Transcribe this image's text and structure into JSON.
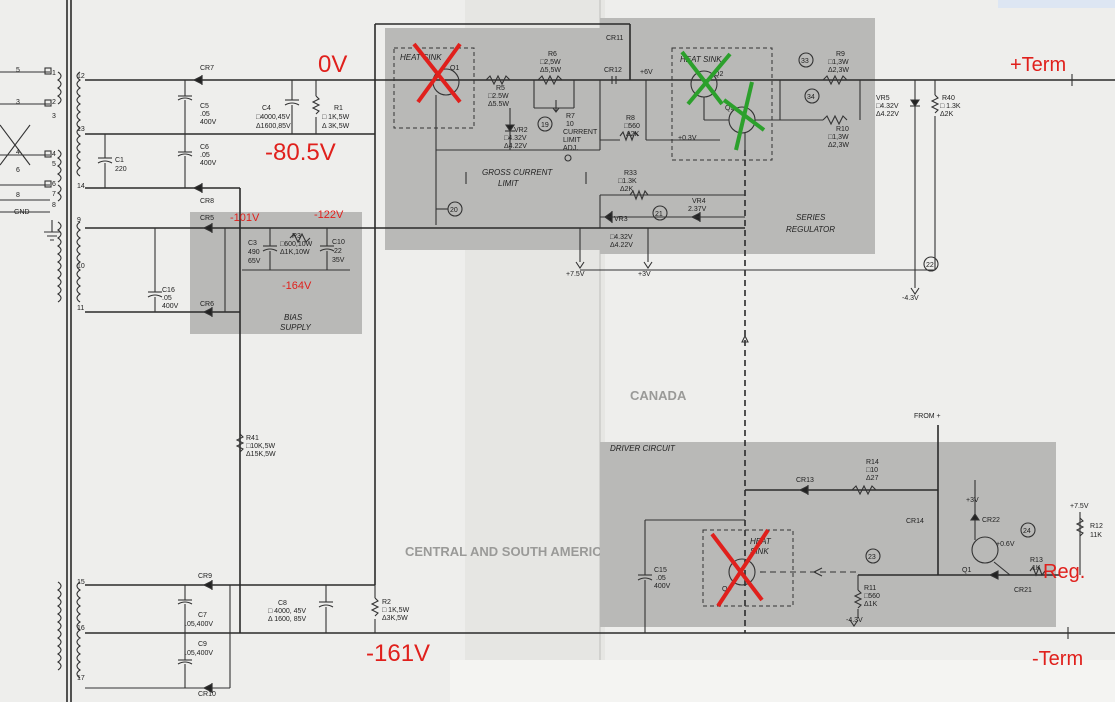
{
  "annotations": {
    "v_0": "0V",
    "v_neg80": "-80.5V",
    "v_neg101": "-101V",
    "v_neg122": "-122V",
    "v_neg164": "-164V",
    "v_neg161": "-161V",
    "term_pos": "+Term",
    "term_neg": "-Term",
    "reg": "Reg."
  },
  "blocks": {
    "gross_current_limit": "GROSS CURRENT LIMIT",
    "gross_line1": "GROSS CURRENT",
    "gross_line2": "LIMIT",
    "series_regulator_1": "SERIES",
    "series_regulator_2": "REGULATOR",
    "bias_supply_1": "BIAS",
    "bias_supply_2": "SUPPLY",
    "driver_circuit": "DRIVER CIRCUIT",
    "heat_sink": "HEAT SINK",
    "heat": "HEAT",
    "sink": "SINK",
    "from_plus": "FROM +"
  },
  "components": {
    "cr7": "CR7",
    "cr8": "CR8",
    "cr5": "CR5",
    "cr6": "CR6",
    "cr9": "CR9",
    "cr10": "CR10",
    "cr11": "CR11",
    "cr12": "CR12",
    "cr13": "CR13",
    "cr14": "CR14",
    "cr21": "CR21",
    "cr22": "CR22",
    "c5": [
      "C5",
      ".05",
      "400V"
    ],
    "c6": [
      "C6",
      ".05",
      "400V"
    ],
    "c1": [
      "C1",
      "220"
    ],
    "c4": [
      "C4",
      "□4000,45V",
      "Δ1600,85V"
    ],
    "r1": [
      "R1",
      "□ 1K,5W",
      "Δ 3K,5W"
    ],
    "c3": [
      "C3",
      "490",
      "65V"
    ],
    "r3": [
      "R3",
      "□600,10W",
      "Δ1K,10W"
    ],
    "c10": [
      "C10",
      "22",
      "35V"
    ],
    "c16": [
      "C16",
      ".05",
      "400V"
    ],
    "r41": [
      "R41",
      "□10K,5W",
      "Δ15K,5W"
    ],
    "c7": [
      "C7",
      ".05,400V"
    ],
    "c9": [
      "C9",
      ".05,400V"
    ],
    "c8": [
      "C8",
      "□ 4000, 45V",
      "Δ 1600, 85V"
    ],
    "r2": [
      "R2",
      "□ 1K,5W",
      "Δ3K,5W"
    ],
    "q1": "Q1",
    "r5": [
      "R5",
      "□2.5W",
      "Δ5.5W"
    ],
    "r6": [
      "R6",
      "□2,5W",
      "Δ5,5W"
    ],
    "r7": [
      "R7",
      "10",
      "CURRENT",
      "LIMIT",
      "ADJ."
    ],
    "vr2": [
      "VR2",
      "□4.32V",
      "Δ4.22V"
    ],
    "q2": "Q2",
    "q3": "Q3",
    "r8": [
      "R8",
      "□560",
      "Δ2K"
    ],
    "r9": [
      "R9",
      "□1,3W",
      "Δ2,3W"
    ],
    "r10": [
      "R10",
      "□1,3W",
      "Δ2,3W"
    ],
    "r33": [
      "R33",
      "□1.3K",
      "Δ2K"
    ],
    "vr3": [
      "VR3",
      "□4.32V",
      "Δ4.22V"
    ],
    "vr4": [
      "VR4",
      "2.37V"
    ],
    "vr5": [
      "VR5",
      "□4.32V",
      "Δ4.22V"
    ],
    "r40": [
      "R40",
      "□ 1.3K",
      "Δ2K"
    ],
    "r14": [
      "R14",
      "□10",
      "Δ27"
    ],
    "c15": [
      "C15",
      ".05",
      "400V"
    ],
    "q4": "Q4",
    "r11": [
      "R11",
      "□560",
      "Δ1K"
    ],
    "r12": [
      "R12",
      "11K"
    ],
    "r13": [
      "R13",
      "1K"
    ],
    "q1b": "Q1"
  },
  "nodes": [
    "19",
    "20",
    "21",
    "22",
    "23",
    "24",
    "33",
    "34"
  ],
  "rails": {
    "plus_7_5": "+7.5V",
    "plus_3": "+3V",
    "minus_4_3": "-4.3V",
    "minus_4_3b": "-4.3V",
    "plus_3b": "+3V",
    "plus_7_5b": "+7.5V",
    "plus_6": "+6V",
    "plus_0_3": "+0.3V",
    "plus_0_6": "+0.6V"
  },
  "transformer": {
    "pins": [
      "1",
      "2",
      "3",
      "4",
      "5",
      "6",
      "7",
      "8",
      "9",
      "10",
      "11",
      "12",
      "13",
      "14",
      "15",
      "16",
      "17"
    ],
    "left_pins": [
      "5",
      "3",
      "4",
      "6",
      "8"
    ],
    "gnd": "GND"
  },
  "background_text": [
    "CANADA",
    "CENTRAL AND SOUTH AMERICA"
  ],
  "colors": {
    "annotation": "#e0201c",
    "bad_mark": "#e0201c",
    "good_mark": "#2ca02c",
    "shade": "#b9b9b7"
  }
}
